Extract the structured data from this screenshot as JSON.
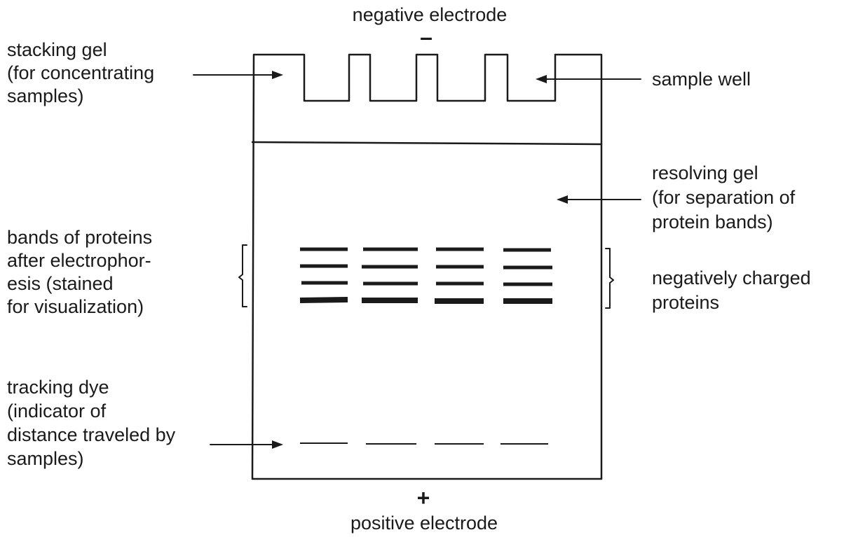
{
  "electrodes": {
    "negative_symbol": "–",
    "negative_label": "negative electrode",
    "positive_symbol": "+",
    "positive_label": "positive electrode"
  },
  "labels": {
    "stacking_gel": [
      "stacking gel",
      "(for concentrating",
      "samples)"
    ],
    "sample_well": [
      "sample well"
    ],
    "resolving_gel": [
      "resolving gel",
      "(for separation of",
      "protein bands)"
    ],
    "protein_bands": [
      "bands of proteins",
      "after electrophor-",
      "esis (stained",
      "for visualization)"
    ],
    "negatively_charged": [
      "negatively charged",
      "proteins"
    ],
    "tracking_dye": [
      "tracking dye",
      "(indicator of",
      "distance traveled by",
      "samples)"
    ]
  },
  "gel": {
    "lanes": 4,
    "bands_per_lane": 4
  }
}
